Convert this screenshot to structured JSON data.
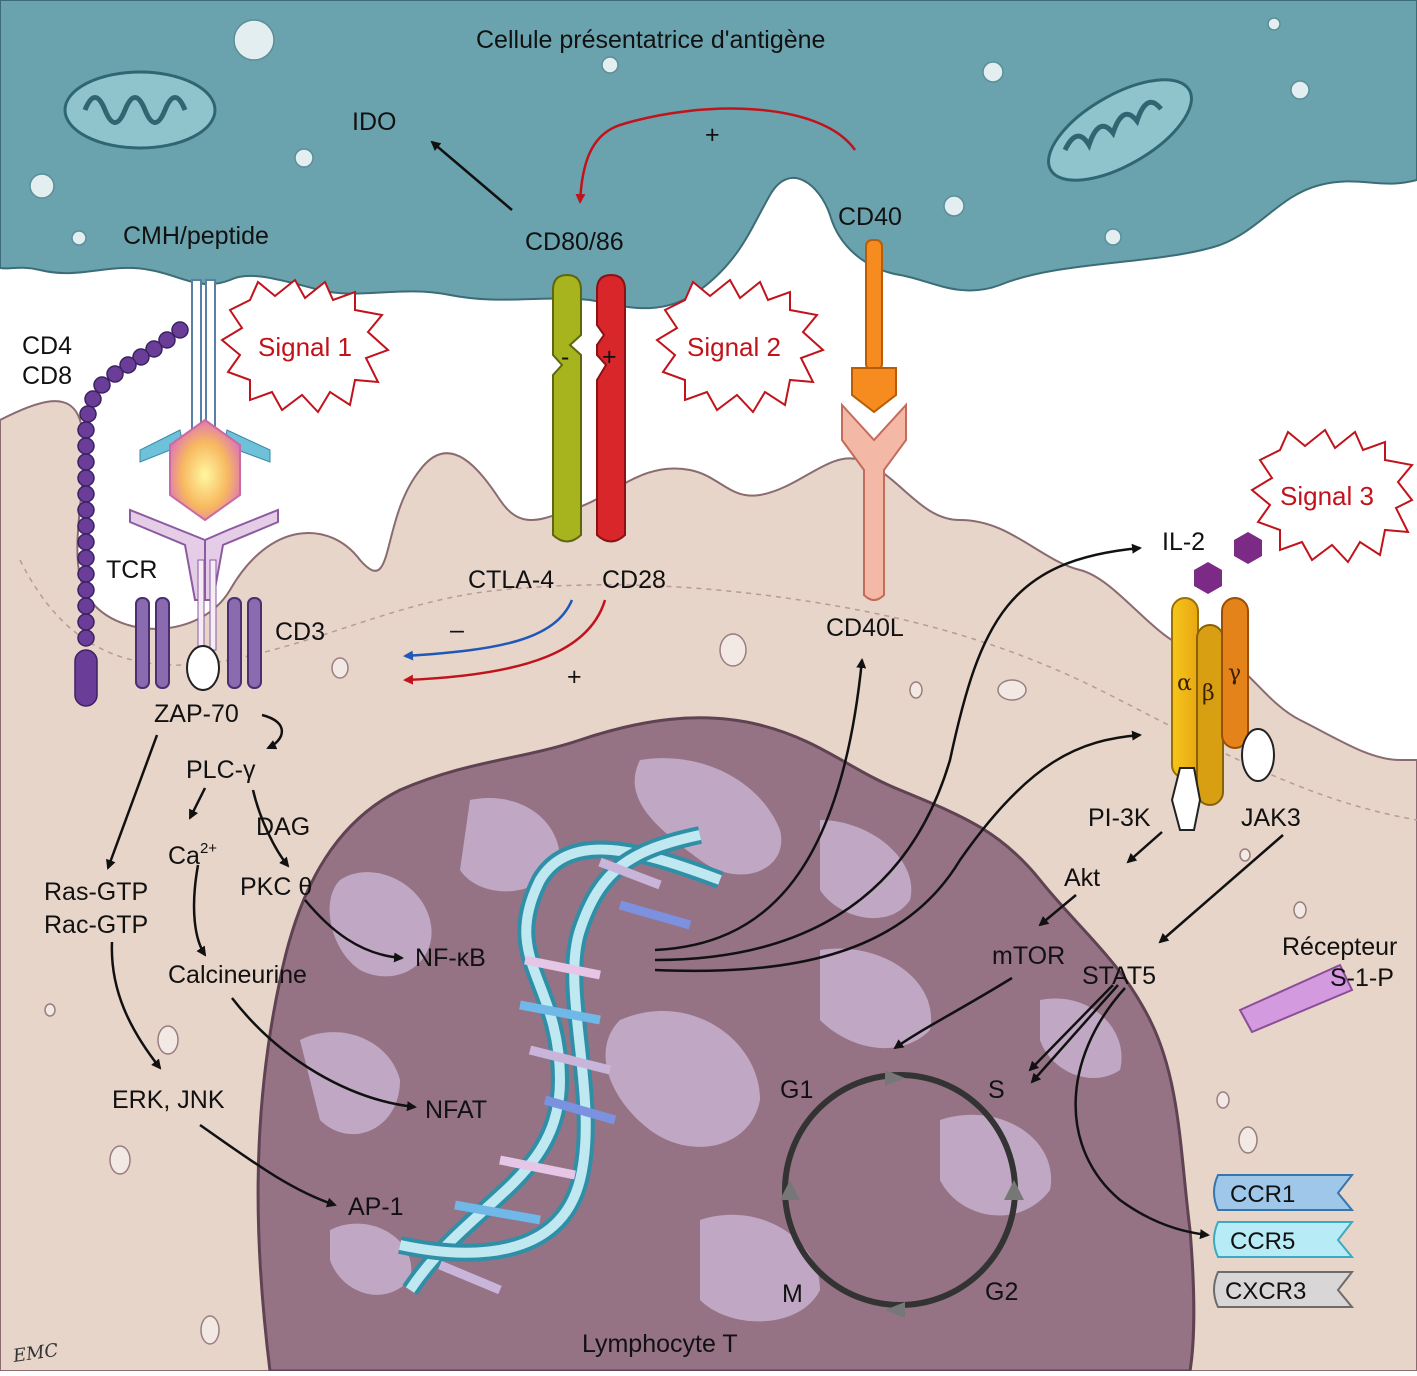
{
  "title": "Cellule présentatrice d'antigène",
  "bottom_label": "Lymphocyte T",
  "logo_text": "EMC",
  "signals": {
    "s1": "Signal 1",
    "s2": "Signal 2",
    "s3": "Signal 3"
  },
  "labels": {
    "ido": "IDO",
    "plus_top": "+",
    "cmh_peptide": "CMH/peptide",
    "cd80_86": "CD80/86",
    "cd40": "CD40",
    "cd4": "CD4",
    "cd8": "CD8",
    "tcr": "TCR",
    "cd3": "CD3",
    "zap70": "ZAP-70",
    "plc": "PLC-γ",
    "dag": "DAG",
    "ca": "Ca",
    "ca_sup": "2+",
    "pkc": "PKC θ",
    "ras": "Ras-GTP",
    "rac": "Rac-GTP",
    "calcineurine": "Calcineurine",
    "nfkb": "NF-κB",
    "nfat": "NFAT",
    "erk": "ERK, JNK",
    "ap1": "AP-1",
    "ctla4": "CTLA-4",
    "cd28": "CD28",
    "minus_sign": "–",
    "plus_sign": "+",
    "ctla_minus": "-",
    "cd28_plus": "+",
    "cd40l": "CD40L",
    "il2": "IL-2",
    "alpha": "α",
    "beta": "β",
    "gamma": "γ",
    "pi3k": "PI-3K",
    "jak3": "JAK3",
    "akt": "Akt",
    "mtor": "mTOR",
    "stat5": "STAT5",
    "recepteur": "Récepteur",
    "s1p": "S-1-P",
    "g1": "G1",
    "s": "S",
    "g2": "G2",
    "m": "M",
    "ccr1": "CCR1",
    "ccr5": "CCR5",
    "cxcr3": "CXCR3"
  },
  "colors": {
    "apc": "#6aa3ad",
    "tcell": "#e7d5ca",
    "nucleus": "#957385",
    "signal_red": "#c0131b",
    "inhibit_blue": "#1f58b6",
    "ctla4": "#a8b41d",
    "cd28": "#d8262a",
    "cd40": "#f68b1f",
    "cd4_cd8": "#6a3d99",
    "il2": "#7b2a86"
  }
}
